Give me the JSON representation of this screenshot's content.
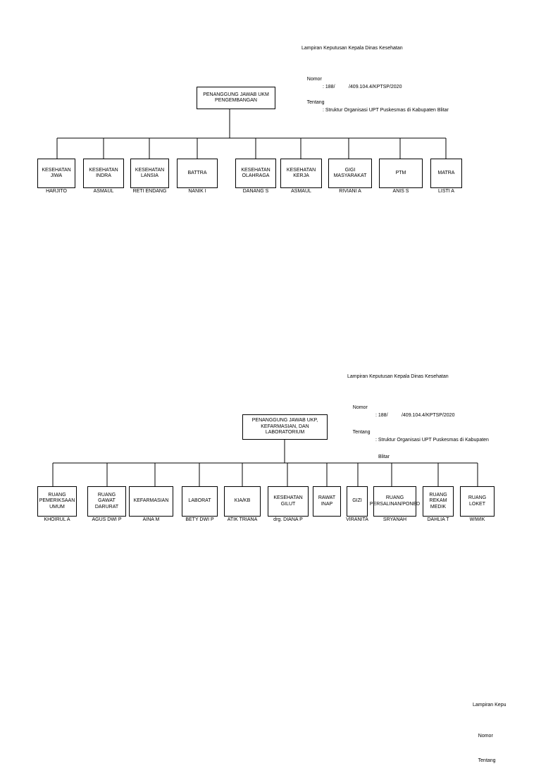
{
  "header1": {
    "title": "Lampiran Keputusan Kepala Dinas Kesehatan",
    "nomor_label": "Nomor",
    "nomor_value": ": 188/          /409.104.4/KPTSP/2020",
    "tentang_label": "Tentang",
    "tentang_value": ": Struktur Organisasi UPT Puskesmas di Kabupaten Blitar"
  },
  "ukm": {
    "head": "PENANGGUNG JAWAB UKM PENGEMBANGAN",
    "units": [
      {
        "label": "KESEHATAN JIWA",
        "person": "HARJITO"
      },
      {
        "label": "KESEHATAN INDRA",
        "person": "ASMAUL"
      },
      {
        "label": "KESEHATAN LANSIA",
        "person": "RETI ENDANG"
      },
      {
        "label": "BATTRA",
        "person": "NANIK I"
      },
      {
        "label": "KESEHATAN OLAHRAGA",
        "person": "DANANG S"
      },
      {
        "label": "KESEHATAN KERJA",
        "person": "ASMAUL"
      },
      {
        "label": "GIGI MASYARAKAT",
        "person": "RIVIANI A"
      },
      {
        "label": "PTM",
        "person": "ANIS S"
      },
      {
        "label": "MATRA",
        "person": "LISTI A"
      }
    ]
  },
  "header2": {
    "title": "Lampiran Keputusan Kepala Dinas Kesehatan",
    "nomor_label": "Nomor",
    "nomor_value": ": 188/          /409.104.4/KPTSP/2020",
    "tentang_label": "Tentang",
    "tentang_value": ": Struktur Organisasi UPT Puskesmas di Kabupaten",
    "tentang_value2": "Blitar"
  },
  "ukp": {
    "head": "PENANGGUNG JAWAB UKP, KEFARMASIAN, DAN LABORATORIUM",
    "units": [
      {
        "label": "RUANG PEMERIKSAAN UMUM",
        "person": "KHOIRUL A"
      },
      {
        "label": "RUANG GAWAT DARURAT",
        "person": "AGUS DWI P"
      },
      {
        "label": "KEFARMASIAN",
        "person": "AINA M"
      },
      {
        "label": "LABORAT",
        "person": "BETY DWI P"
      },
      {
        "label": "KIA/KB",
        "person": "ATIK TRIANA"
      },
      {
        "label": "KESEHATAN GILUT",
        "person": "drg. DIANA P"
      },
      {
        "label": "RAWAT INAP",
        "person": ""
      },
      {
        "label": "GIZI",
        "person": "VIRANITA"
      },
      {
        "label": "RUANG PERSALINAN/PONED",
        "person": "SRYANAH"
      },
      {
        "label": "RUANG REKAM MEDIK",
        "person": "DAHLIA T"
      },
      {
        "label": "RUANG LOKET",
        "person": "WIWIK"
      }
    ]
  },
  "header3": {
    "title": "Lampiran Kepu",
    "nomor_label": "Nomor",
    "tentang_label": "Tentang"
  }
}
